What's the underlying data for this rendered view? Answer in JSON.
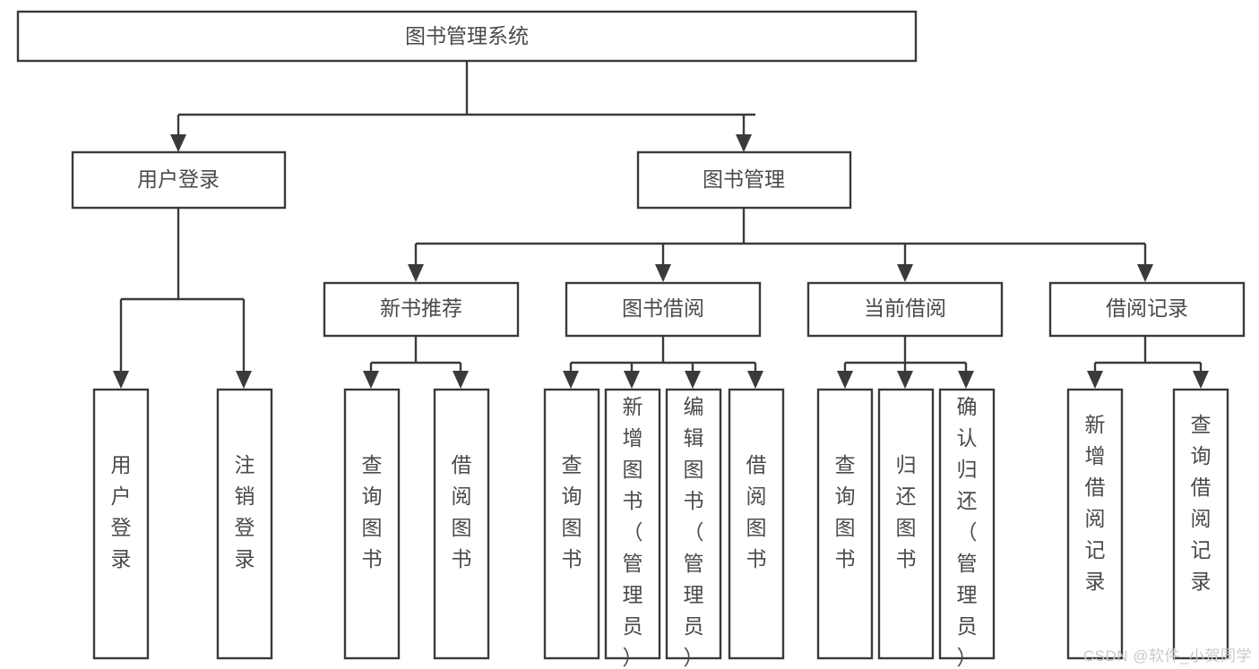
{
  "diagram": {
    "title": "图书管理系统",
    "watermark": "CSDN @软件_小贺同学",
    "colors": {
      "stroke": "#3a3a3a",
      "box_fill": "#ffffff",
      "text": "#4a4a4a",
      "background": "#ffffff",
      "watermark": "#c9c9c9"
    },
    "root": {
      "label": "图书管理系统"
    },
    "level2": [
      {
        "label": "用户登录"
      },
      {
        "label": "图书管理"
      }
    ],
    "level3": [
      {
        "label": "新书推荐"
      },
      {
        "label": "图书借阅"
      },
      {
        "label": "当前借阅"
      },
      {
        "label": "借阅记录"
      }
    ],
    "leaves": {
      "user_login": [
        {
          "label": "用户登录"
        },
        {
          "label": "注销登录"
        }
      ],
      "new_book_recommend": [
        {
          "label": "查询图书"
        },
        {
          "label": "借阅图书"
        }
      ],
      "book_borrow": [
        {
          "label": "查询图书"
        },
        {
          "label": "新增图书（管理员）"
        },
        {
          "label": "编辑图书（管理员）"
        },
        {
          "label": "借阅图书"
        }
      ],
      "current_borrow": [
        {
          "label": "查询图书"
        },
        {
          "label": "归还图书"
        },
        {
          "label": "确认归还（管理员）"
        }
      ],
      "borrow_record": [
        {
          "label": "新增借阅记录"
        },
        {
          "label": "查询借阅记录"
        }
      ]
    }
  }
}
